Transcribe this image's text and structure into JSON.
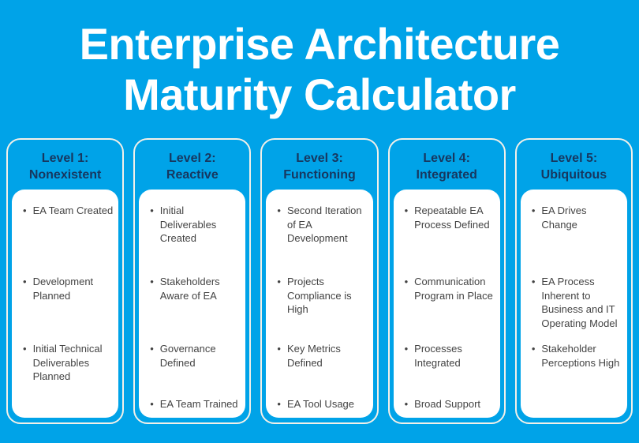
{
  "page": {
    "title_line1": "Enterprise Architecture",
    "title_line2": "Maturity Calculator"
  },
  "bullet_glyph": "•",
  "colors": {
    "background": "#00A3E8",
    "title_text": "#FFFFFF",
    "header_text": "#17375F",
    "body_text": "#434343",
    "card_border": "#F2F0E9",
    "panel_bg": "#FFFFFF"
  },
  "levels": [
    {
      "title_line1": "Level 1:",
      "title_line2": "Nonexistent",
      "items": [
        "EA Team Created",
        "Development Planned",
        "Initial Technical Deliverables Planned"
      ]
    },
    {
      "title_line1": "Level 2:",
      "title_line2": "Reactive",
      "items": [
        "Initial Deliverables Created",
        "Stakeholders Aware of EA",
        "Governance Defined",
        "EA Team Trained"
      ]
    },
    {
      "title_line1": "Level 3:",
      "title_line2": "Functioning",
      "items": [
        "Second Iteration of EA Development",
        "Projects Compliance is High",
        "Key Metrics Defined",
        "EA Tool Usage"
      ]
    },
    {
      "title_line1": "Level 4:",
      "title_line2": "Integrated",
      "items": [
        "Repeatable EA Process Defined",
        "Communication Program in Place",
        "Processes Integrated",
        "Broad Support"
      ]
    },
    {
      "title_line1": "Level 5:",
      "title_line2": "Ubiquitous",
      "items": [
        "EA Drives Change",
        "EA Process Inherent to Business and IT Operating Model",
        "Stakeholder Perceptions High"
      ]
    }
  ]
}
